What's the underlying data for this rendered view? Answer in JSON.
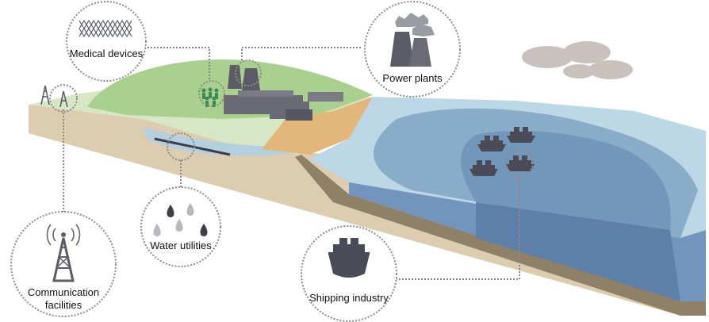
{
  "callouts": {
    "medical": {
      "label": "Medical devices",
      "icon": "stent-icon"
    },
    "power": {
      "label": "Power plants",
      "icon": "cooling-tower-icon"
    },
    "water": {
      "label": "Water utilities",
      "icon": "water-drops-icon"
    },
    "communication": {
      "label_line1": "Communication",
      "label_line2": "facilities",
      "icon": "radio-tower-icon"
    },
    "shipping": {
      "label": "Shipping industry",
      "icon": "ship-icon"
    }
  },
  "colors": {
    "land_green": "#a9d08e",
    "soil": "#dccdb1",
    "soil_dark": "#8f8168",
    "sand": "#e3b77c",
    "water_light": "#bcd7e6",
    "water_mid": "#89acc9",
    "water_deep": "#5d7fa8",
    "icon_gray": "#5b5c66",
    "dotted_line": "#8a8a8a"
  }
}
